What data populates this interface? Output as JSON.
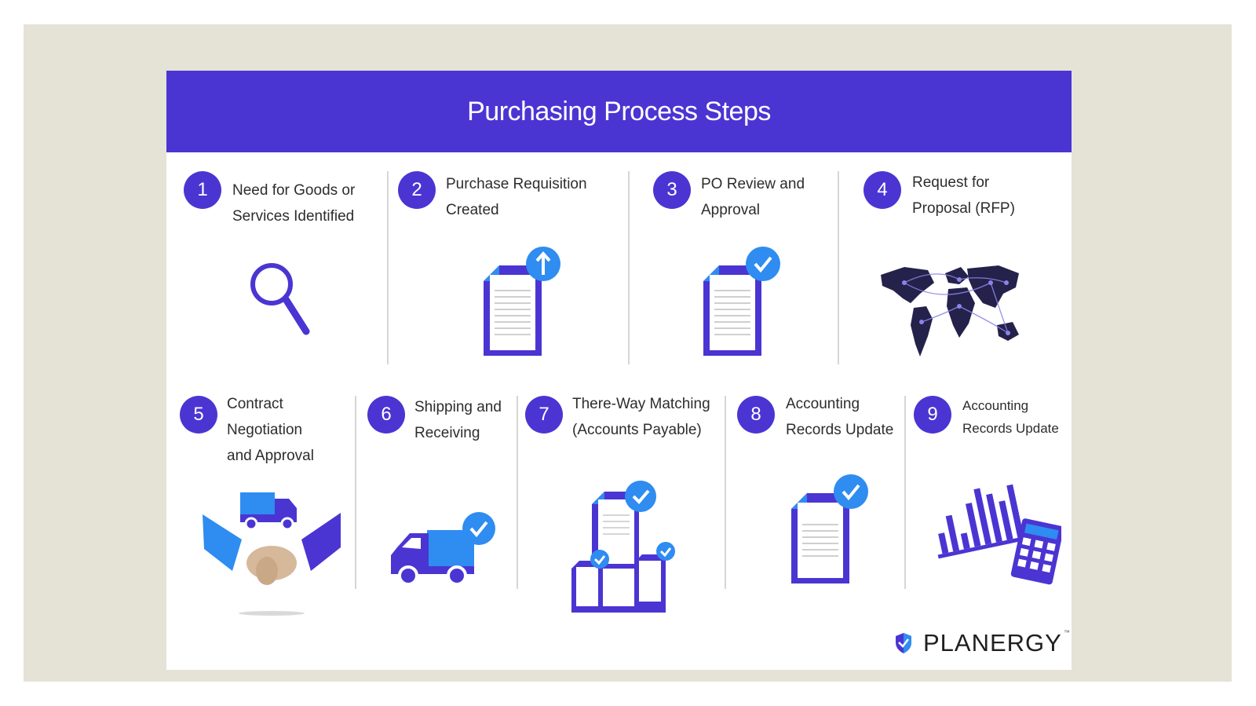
{
  "title": "Purchasing Process Steps",
  "steps": [
    {
      "number": "1",
      "label": "Need for Goods or\nServices Identified",
      "icon": "magnifier-icon"
    },
    {
      "number": "2",
      "label": "Purchase Requisition\nCreated",
      "icon": "document-upload-icon"
    },
    {
      "number": "3",
      "label": "PO Review and\nApproval",
      "icon": "document-check-icon"
    },
    {
      "number": "4",
      "label": "Request for\nProposal (RFP)",
      "icon": "world-map-icon"
    },
    {
      "number": "5",
      "label": "Contract\nNegotiation\nand Approval",
      "icon": "handshake-truck-icon"
    },
    {
      "number": "6",
      "label": "Shipping and\nReceiving",
      "icon": "truck-check-icon"
    },
    {
      "number": "7",
      "label": "There-Way Matching\n(Accounts Payable)",
      "icon": "three-documents-check-icon"
    },
    {
      "number": "8",
      "label": "Accounting\nRecords Update",
      "icon": "document-check-icon"
    },
    {
      "number": "9",
      "label": "Accounting\nRecords Update",
      "icon": "bar-chart-calculator-icon"
    }
  ],
  "brand": {
    "name": "PLANERGY",
    "trademark": "™",
    "icon": "shield-logo-icon"
  },
  "colors": {
    "primary": "#4a35d3",
    "accent": "#2f8cf0",
    "frame": "#e5e2d6",
    "text": "#2d2d2d"
  }
}
